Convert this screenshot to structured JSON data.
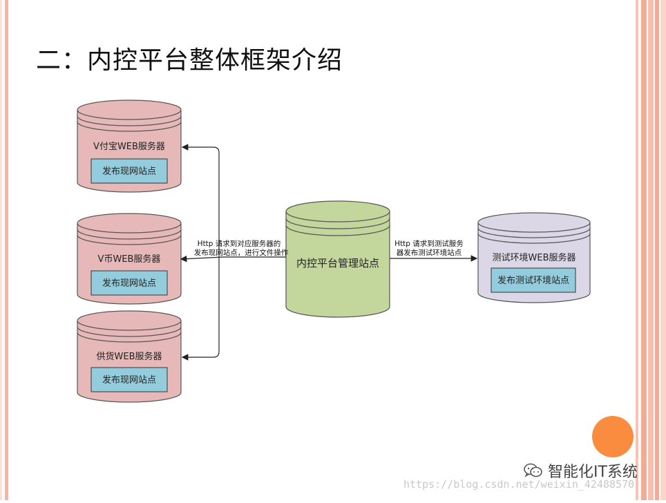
{
  "slide": {
    "title": "二：内控平台整体框架介绍"
  },
  "diagram": {
    "servers_left": [
      {
        "name": "V付宝WEB服务器",
        "site": "发布现网站点"
      },
      {
        "name": "V币WEB服务器",
        "site": "发布现网站点"
      },
      {
        "name": "供货WEB服务器",
        "site": "发布现网站点"
      }
    ],
    "center": {
      "name": "内控平台管理站点"
    },
    "server_right": {
      "name": "测试环境WEB服务器",
      "site": "发布测试环境站点"
    },
    "left_arrow_label": [
      "Http 请求到对应服务器的",
      "发布现网站点，进行文件操作"
    ],
    "right_arrow_label": [
      "Http 请求到测试服务",
      "器发布测试环境站点"
    ],
    "colors": {
      "server_fill": "#e6b9b8",
      "site_box_fill": "#93cddd",
      "center_fill": "#c3d69b",
      "test_server_fill": "#dcd7e6",
      "accent_orange": "#f98c3f"
    }
  },
  "footer": {
    "wechat_brand": "智能化IT系统",
    "watermark": "https://blog.csdn.net/weixin_42488570"
  }
}
